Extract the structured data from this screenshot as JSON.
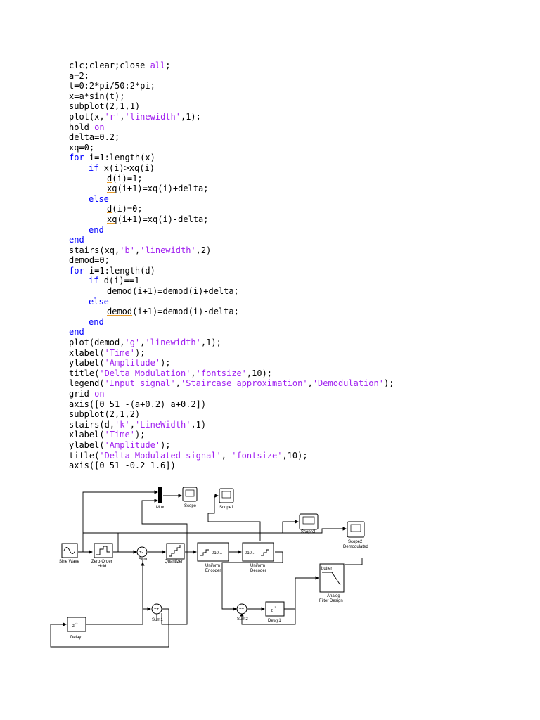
{
  "code_lines": [
    {
      "indent": 0,
      "parts": [
        {
          "t": "clc;clear;close "
        },
        {
          "t": "all",
          "c": "str"
        },
        {
          "t": ";"
        }
      ]
    },
    {
      "indent": 0,
      "parts": [
        {
          "t": "a=2;"
        }
      ]
    },
    {
      "indent": 0,
      "parts": [
        {
          "t": "t=0:2*pi/50:2*pi;"
        }
      ]
    },
    {
      "indent": 0,
      "parts": [
        {
          "t": "x=a*sin(t);"
        }
      ]
    },
    {
      "indent": 0,
      "parts": [
        {
          "t": "subplot(2,1,1)"
        }
      ]
    },
    {
      "indent": 0,
      "parts": [
        {
          "t": "plot(x,"
        },
        {
          "t": "'r'",
          "c": "str"
        },
        {
          "t": ","
        },
        {
          "t": "'linewidth'",
          "c": "str"
        },
        {
          "t": ",1);"
        }
      ]
    },
    {
      "indent": 0,
      "parts": [
        {
          "t": "hold "
        },
        {
          "t": "on",
          "c": "str"
        }
      ]
    },
    {
      "indent": 0,
      "parts": [
        {
          "t": "delta=0.2;"
        }
      ]
    },
    {
      "indent": 0,
      "parts": [
        {
          "t": "xq=0;"
        }
      ]
    },
    {
      "indent": 0,
      "parts": [
        {
          "t": "for ",
          "c": "kw"
        },
        {
          "t": "i=1:length(x)"
        }
      ]
    },
    {
      "indent": 1,
      "parts": [
        {
          "t": "if ",
          "c": "kw"
        },
        {
          "t": "x(i)>xq(i)"
        }
      ]
    },
    {
      "indent": 2,
      "parts": [
        {
          "t": "d",
          "w": true
        },
        {
          "t": "(i)=1;"
        }
      ]
    },
    {
      "indent": 2,
      "parts": [
        {
          "t": "xq",
          "w": true
        },
        {
          "t": "(i+1)=xq(i)+delta;"
        }
      ]
    },
    {
      "indent": 1,
      "parts": [
        {
          "t": "else",
          "c": "kw"
        }
      ]
    },
    {
      "indent": 2,
      "parts": [
        {
          "t": "d",
          "w": true
        },
        {
          "t": "(i)=0;"
        }
      ]
    },
    {
      "indent": 2,
      "parts": [
        {
          "t": "xq",
          "w": true
        },
        {
          "t": "(i+1)=xq(i)-delta;"
        }
      ]
    },
    {
      "indent": 1,
      "parts": [
        {
          "t": "end",
          "c": "kw"
        }
      ]
    },
    {
      "indent": 0,
      "parts": [
        {
          "t": "end",
          "c": "kw"
        }
      ]
    },
    {
      "indent": 0,
      "parts": [
        {
          "t": "stairs(xq,"
        },
        {
          "t": "'b'",
          "c": "str"
        },
        {
          "t": ","
        },
        {
          "t": "'linewidth'",
          "c": "str"
        },
        {
          "t": ",2)"
        }
      ]
    },
    {
      "indent": 0,
      "parts": [
        {
          "t": "demod=0;"
        }
      ]
    },
    {
      "indent": 0,
      "parts": [
        {
          "t": "for ",
          "c": "kw"
        },
        {
          "t": "i=1:length(d)"
        }
      ]
    },
    {
      "indent": 1,
      "parts": [
        {
          "t": "if ",
          "c": "kw"
        },
        {
          "t": "d(i)==1"
        }
      ]
    },
    {
      "indent": 2,
      "parts": [
        {
          "t": "demod",
          "w": true
        },
        {
          "t": "(i+1)=demod(i)+delta;"
        }
      ]
    },
    {
      "indent": 1,
      "parts": [
        {
          "t": "else",
          "c": "kw"
        }
      ]
    },
    {
      "indent": 2,
      "parts": [
        {
          "t": "demod",
          "w": true
        },
        {
          "t": "(i+1)=demod(i)-delta;"
        }
      ]
    },
    {
      "indent": 1,
      "parts": [
        {
          "t": "end",
          "c": "kw"
        }
      ]
    },
    {
      "indent": 0,
      "parts": [
        {
          "t": "end",
          "c": "kw"
        }
      ]
    },
    {
      "indent": 0,
      "parts": [
        {
          "t": "plot(demod,"
        },
        {
          "t": "'g'",
          "c": "str"
        },
        {
          "t": ","
        },
        {
          "t": "'linewidth'",
          "c": "str"
        },
        {
          "t": ",1);"
        }
      ]
    },
    {
      "indent": 0,
      "parts": [
        {
          "t": "xlabel("
        },
        {
          "t": "'Time'",
          "c": "str"
        },
        {
          "t": ");"
        }
      ]
    },
    {
      "indent": 0,
      "parts": [
        {
          "t": "ylabel("
        },
        {
          "t": "'Amplitude'",
          "c": "str"
        },
        {
          "t": ");"
        }
      ]
    },
    {
      "indent": 0,
      "parts": [
        {
          "t": "title("
        },
        {
          "t": "'Delta Modulation'",
          "c": "str"
        },
        {
          "t": ","
        },
        {
          "t": "'fontsize'",
          "c": "str"
        },
        {
          "t": ",10);"
        }
      ]
    },
    {
      "indent": 0,
      "parts": [
        {
          "t": "legend("
        },
        {
          "t": "'Input signal'",
          "c": "str"
        },
        {
          "t": ","
        },
        {
          "t": "'Staircase approximation'",
          "c": "str"
        },
        {
          "t": ","
        },
        {
          "t": "'Demodulation'",
          "c": "str"
        },
        {
          "t": ");"
        }
      ]
    },
    {
      "indent": 0,
      "parts": [
        {
          "t": "grid "
        },
        {
          "t": "on",
          "c": "str"
        }
      ]
    },
    {
      "indent": 0,
      "parts": [
        {
          "t": "axis([0 51 -(a+0.2) a+0.2])"
        }
      ]
    },
    {
      "indent": 0,
      "parts": [
        {
          "t": "subplot(2,1,2)"
        }
      ]
    },
    {
      "indent": 0,
      "parts": [
        {
          "t": "stairs(d,"
        },
        {
          "t": "'k'",
          "c": "str"
        },
        {
          "t": ","
        },
        {
          "t": "'LineWidth'",
          "c": "str"
        },
        {
          "t": ",1)"
        }
      ]
    },
    {
      "indent": 0,
      "parts": [
        {
          "t": "xlabel("
        },
        {
          "t": "'Time'",
          "c": "str"
        },
        {
          "t": ");"
        }
      ]
    },
    {
      "indent": 0,
      "parts": [
        {
          "t": "ylabel("
        },
        {
          "t": "'Amplitude'",
          "c": "str"
        },
        {
          "t": ");"
        }
      ]
    },
    {
      "indent": 0,
      "parts": [
        {
          "t": "title("
        },
        {
          "t": "'Delta Modulated signal'",
          "c": "str"
        },
        {
          "t": ", "
        },
        {
          "t": "'fontsize'",
          "c": "str"
        },
        {
          "t": ",10);"
        }
      ]
    },
    {
      "indent": 0,
      "parts": [
        {
          "t": "axis([0 51 -0.2 1.6])"
        }
      ]
    }
  ],
  "colors": {
    "keyword": "#0000ff",
    "string": "#a020f0",
    "warning_underline": "#e69a28"
  },
  "diagram": {
    "blocks": {
      "mux": "Mux",
      "scope": "Scope",
      "scope1": "Scope1",
      "scope3": "Scope3",
      "scope2_line1": "Scope2",
      "scope2_line2": "Demodulated",
      "sine_wave": "Sine Wave",
      "zoh_line1": "Zero-Order",
      "zoh_line2": "Hold",
      "sum": "Sum",
      "quantizer": "Quantizer",
      "encoder_line1": "Uniform",
      "encoder_line2": "Encoder",
      "encoder_icon_text": "010...",
      "decoder_line1": "Uniform",
      "decoder_line2": "Decoder",
      "decoder_icon_text": "010...",
      "butter_icon_text": "butter",
      "filter_line1": "Analog",
      "filter_line2": "Filter Design",
      "sum1": "Sum1",
      "sum2": "Sum2",
      "delay": "Delay",
      "delay1": "Delay1",
      "delay_icon_text": "z",
      "delay_exponent": "-1"
    }
  }
}
